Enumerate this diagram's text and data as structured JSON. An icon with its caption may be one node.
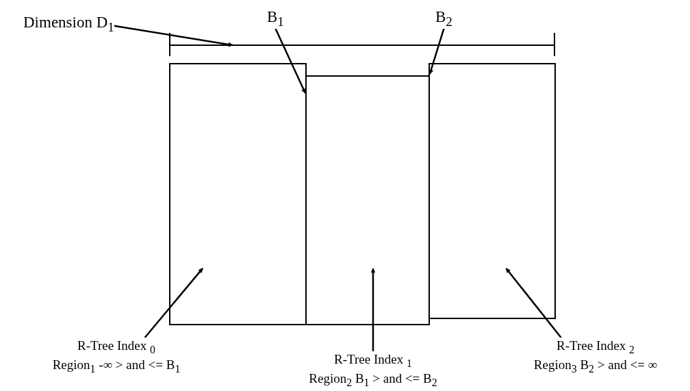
{
  "diagram": {
    "nodes": [
      {
        "text": [
          "Dimension D$_{1}$"
        ]
      },
      {
        "text": [
          "B$_{1}$"
        ]
      },
      {
        "text": [
          "B$_{2}$"
        ]
      },
      {
        "text": [],
        "shape": "bar"
      },
      {
        "text": [],
        "shape": "box"
      },
      {
        "text": [],
        "shape": "box"
      },
      {
        "text": [],
        "shape": "box"
      },
      {
        "text": [
          "R-Tree Index $_{0}$",
          "Region$_{1}$ -∞ > and <= B$_{1}$"
        ]
      },
      {
        "text": [
          "R-Tree Index $_{1}$",
          "Region$_{2}$ B$_{1}$ > and <= B$_{2}$"
        ]
      },
      {
        "text": [
          "R-Tree Index $_{2}$",
          "Region$_{3}$ B$_{2}$ > and <= ∞"
        ]
      }
    ],
    "edges": [
      {
        "from": 0,
        "to": 3,
        "arrow": "to"
      },
      {
        "from": 1,
        "to": 5,
        "arrow": "to"
      },
      {
        "from": 2,
        "to": 6,
        "arrow": "to"
      },
      {
        "from": 7,
        "to": 4,
        "arrow": "to"
      },
      {
        "from": 8,
        "to": 5,
        "arrow": "to"
      },
      {
        "from": 9,
        "to": 6,
        "arrow": "to"
      }
    ]
  }
}
